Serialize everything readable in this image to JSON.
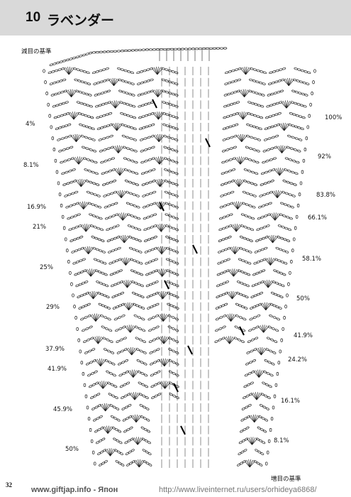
{
  "title": {
    "number": "10",
    "text": "ラベンダー"
  },
  "labels": {
    "decrease_reference": "減目の基準",
    "increase_reference": "増目の基準"
  },
  "left_percentages": [
    "4%",
    "8.1%",
    "16.9%",
    "21%",
    "25%",
    "29%",
    "37.9%",
    "41.9%",
    "45.9%",
    "50%"
  ],
  "right_percentages": [
    "100%",
    "92%",
    "83.8%",
    "66.1%",
    "58.1%",
    "50%",
    "41.9%",
    "24.2%",
    "16.1%",
    "8.1%"
  ],
  "page_number": "32",
  "footer": {
    "left_text": "www.giftjap.info - Япон",
    "right_text": "http://www.liveinternet.ru/users/orhideya6868/"
  }
}
